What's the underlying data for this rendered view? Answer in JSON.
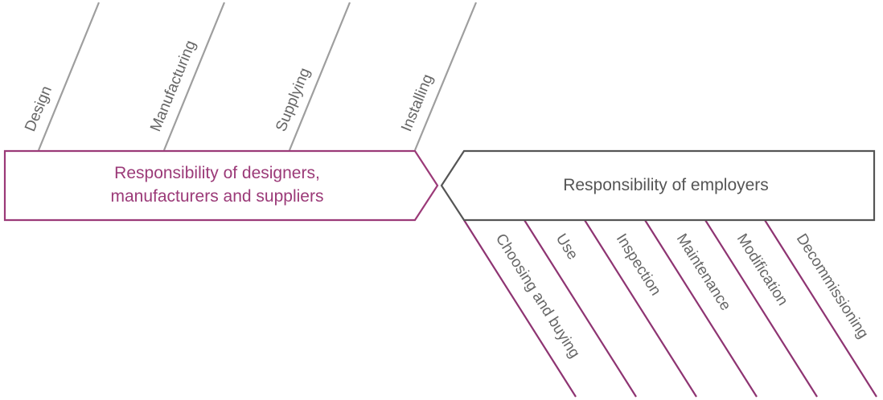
{
  "colors": {
    "designer_accent": "#9b3a78",
    "employer_accent": "#555555",
    "upper_stage_line": "#9e9e9e",
    "lower_stage_line": "#8e3472",
    "stage_text": "#666666",
    "background": "#ffffff"
  },
  "designers_box": {
    "line1": "Responsibility of designers,",
    "line2": "manufacturers and suppliers"
  },
  "employers_box": {
    "label": "Responsibility of employers"
  },
  "upper_stages": [
    {
      "label": "Design"
    },
    {
      "label": "Manufacturing"
    },
    {
      "label": "Supplying"
    },
    {
      "label": "Installing"
    }
  ],
  "lower_stages": [
    {
      "label": "Choosing and buying"
    },
    {
      "label": "Use"
    },
    {
      "label": "Inspection"
    },
    {
      "label": "Maintenance"
    },
    {
      "label": "Modification"
    },
    {
      "label": "Decommissioning"
    }
  ]
}
